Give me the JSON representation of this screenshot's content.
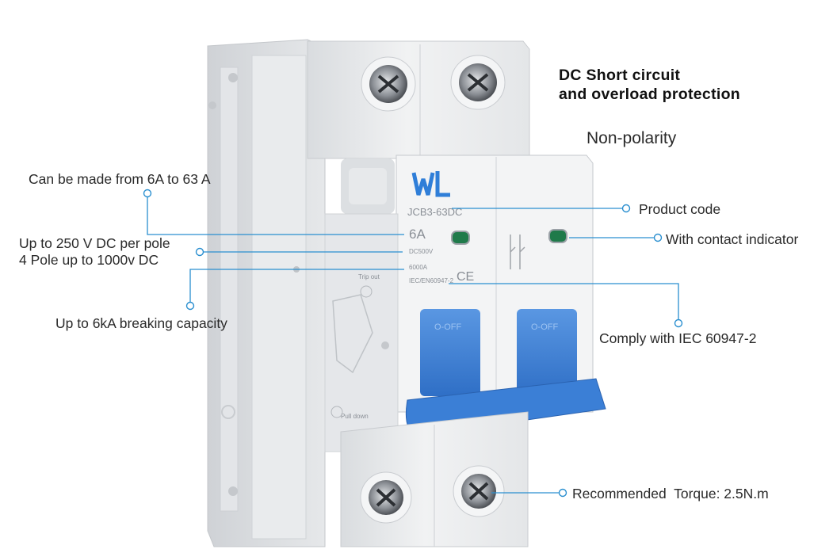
{
  "header": {
    "title_line1": "DC Short circuit",
    "title_line2": "and overload protection",
    "subtitle": "Non-polarity"
  },
  "callouts": {
    "rating_range": "Can be made from 6A to 63 A",
    "voltage_line1": "Up to 250 V DC per pole",
    "voltage_line2": "4 Pole up to 1000v DC",
    "breaking": "Up to 6kA breaking capacity",
    "product_code": "Product code",
    "indicator": "With contact indicator",
    "standard": "Comply with IEC 60947-2",
    "torque": "Recommended  Torque: 2.5N.m"
  },
  "device_markings": {
    "logo": "WL",
    "model": "JCB3-63DC",
    "current": "6A",
    "voltage": "DC500V",
    "capacity": "6000A",
    "standard": "IEC/EN60947-2",
    "trip_out": "Trip out",
    "pull_down": "Pull down",
    "handle_label": "O-OFF"
  },
  "colors": {
    "accent_line": "#2a8fd0",
    "handle_blue": "#3b7fd6",
    "indicator_green": "#1f7a4a",
    "body_white": "#eceef0"
  }
}
